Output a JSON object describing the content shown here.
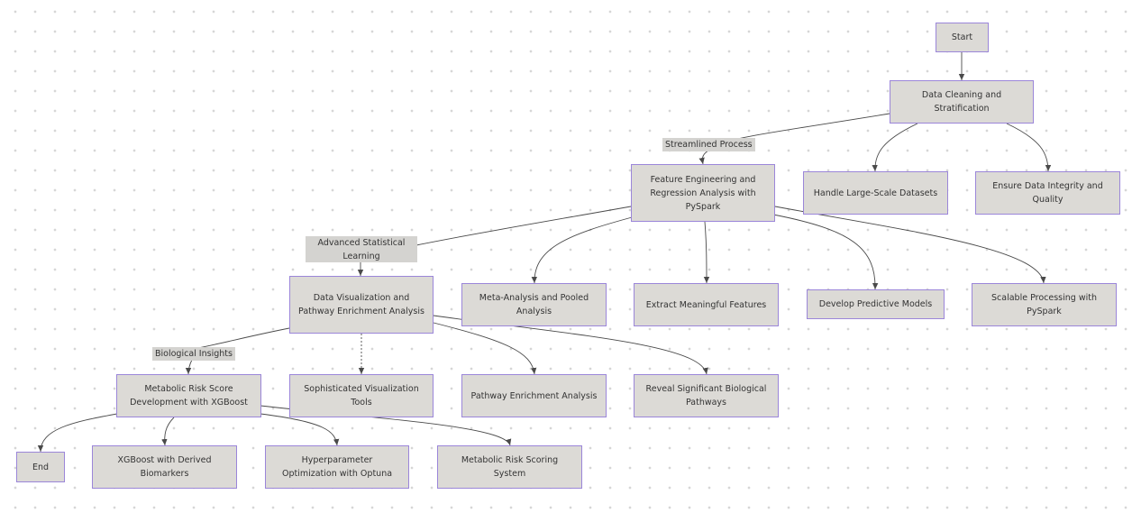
{
  "nodes": {
    "start": "Start",
    "data_cleaning": "Data Cleaning and Stratification",
    "handle_large": "Handle Large-Scale Datasets",
    "ensure_integrity": "Ensure Data Integrity and Quality",
    "feature_engineering": "Feature Engineering and Regression Analysis with PySpark",
    "meta_analysis": "Meta-Analysis and Pooled Analysis",
    "extract_features": "Extract Meaningful Features",
    "predictive_models": "Develop Predictive Models",
    "scalable_processing": "Scalable Processing with PySpark",
    "data_visualization": "Data Visualization and Pathway Enrichment Analysis",
    "sophisticated_tools": "Sophisticated Visualization Tools",
    "pathway_enrichment": "Pathway Enrichment Analysis",
    "reveal_pathways": "Reveal Significant Biological Pathways",
    "metabolic_risk": "Metabolic Risk Score Development with XGBoost",
    "end": "End",
    "xgboost_biomarkers": "XGBoost with Derived Biomarkers",
    "hyperparameter": "Hyperparameter Optimization with Optuna",
    "scoring_system": "Metabolic Risk Scoring System"
  },
  "edge_labels": {
    "streamlined": "Streamlined Process",
    "advanced": "Advanced Statistical Learning",
    "biological": "Biological Insights"
  },
  "colors": {
    "node_fill": "#dcdad6",
    "node_border": "#9b86d9",
    "edge": "#4a4a4a",
    "label_fill": "#d4d3d0"
  }
}
